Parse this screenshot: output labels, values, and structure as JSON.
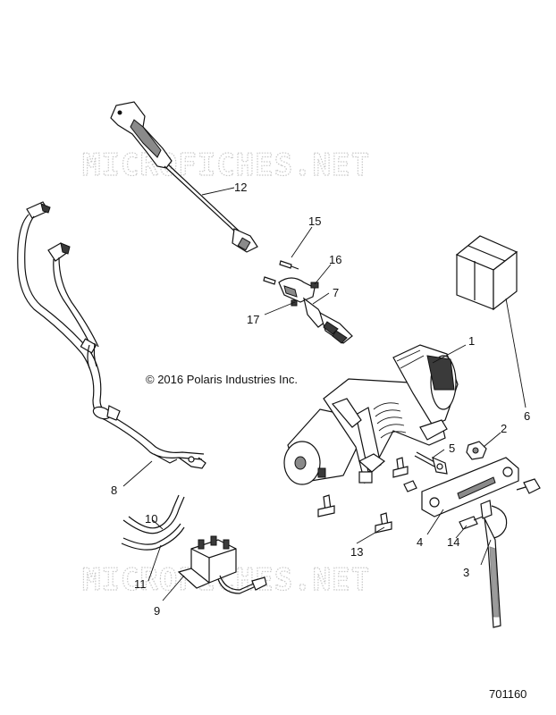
{
  "diagram": {
    "copyright": "© 2016 Polaris Industries Inc.",
    "watermark": "MICROFICHES.NET",
    "figure_number": "701160",
    "callouts": {
      "c1": "1",
      "c2": "2",
      "c3": "3",
      "c4": "4",
      "c5": "5",
      "c6": "6",
      "c7": "7",
      "c8": "8",
      "c9": "9",
      "c10": "10",
      "c11": "11",
      "c12": "12",
      "c13": "13",
      "c14": "14",
      "c15": "15",
      "c16": "16",
      "c17": "17"
    }
  }
}
